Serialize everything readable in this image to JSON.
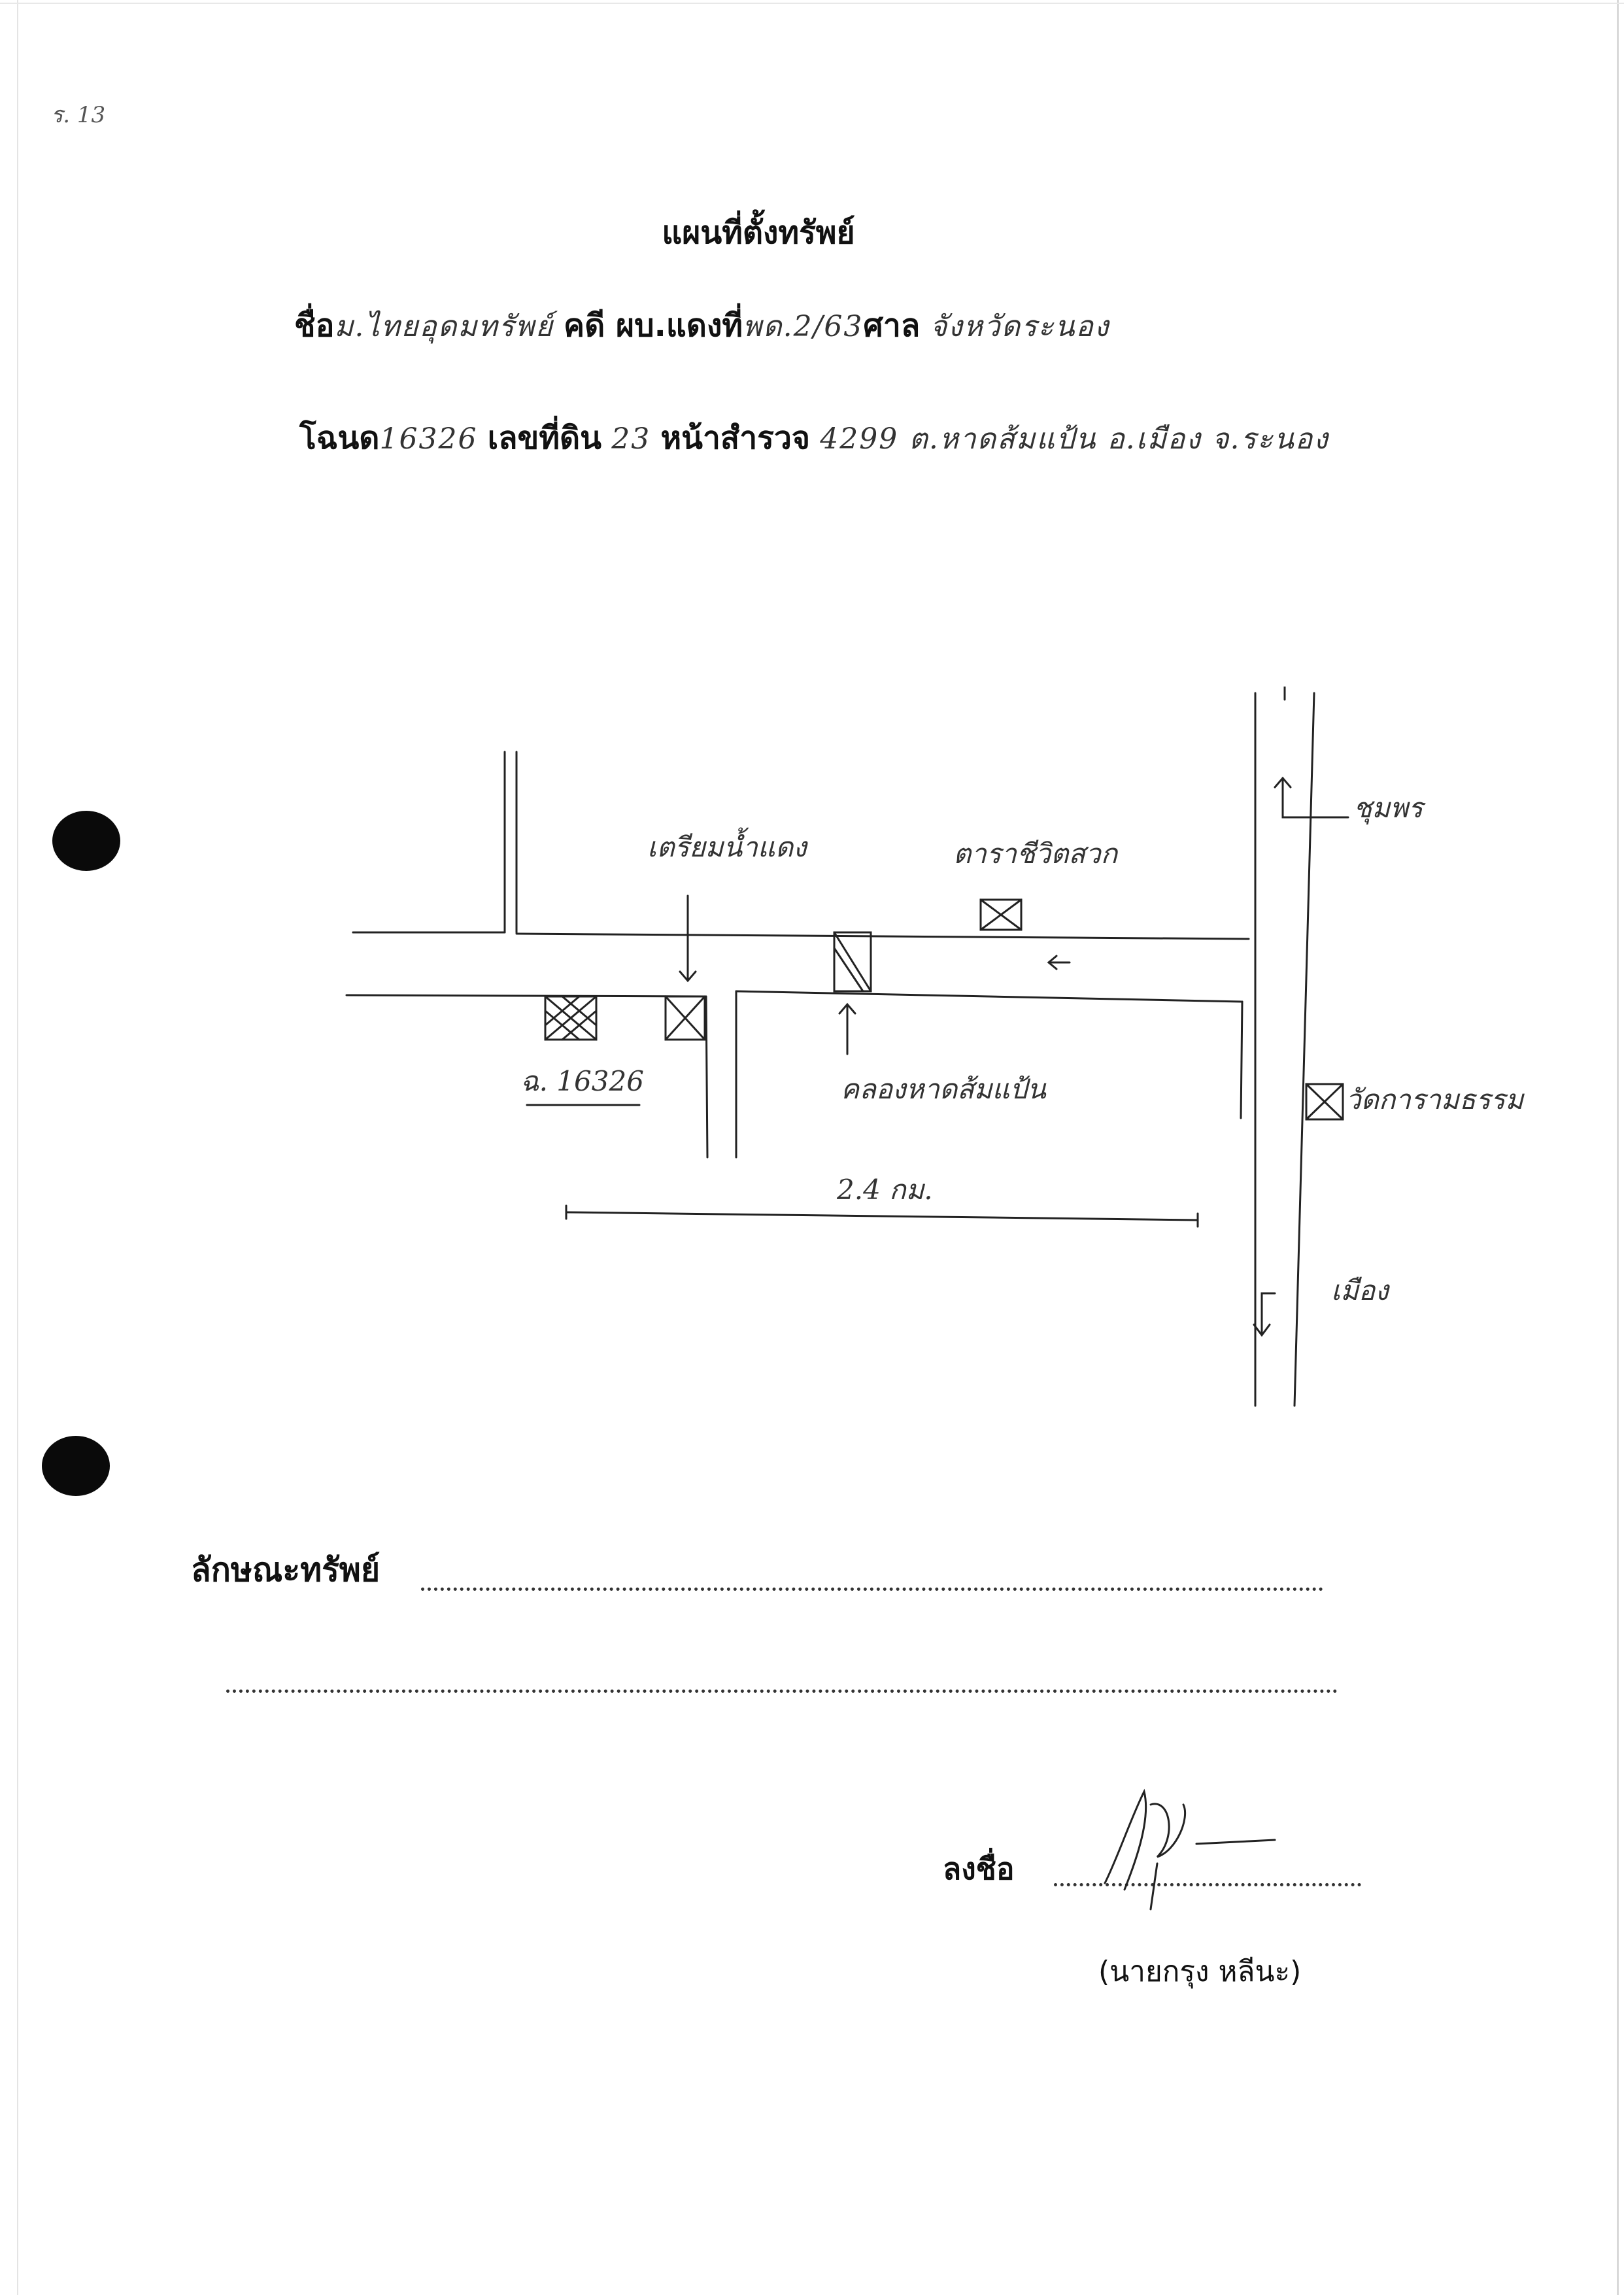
{
  "document": {
    "corner_note": "ร. 13",
    "title": "แผนที่ตั้งทรัพย์",
    "name_label": "ชื่อ",
    "name_value": "ม.ไทยอุดมทรัพย์",
    "case_label": "คดี ผบ.แดงที่",
    "case_value": "พด.2/63",
    "court_label": "ศาล",
    "court_value": "จังหวัดระนอง",
    "deed_label": "โฉนด",
    "deed_value": "16326",
    "land_no_label": "เลขที่ดิน",
    "land_no_value": "23",
    "survey_label": "หน้าสำรวจ",
    "survey_value": "4299 ต.หาดส้มแป้น อ.เมือง จ.ระนอง",
    "property_label": "ลักษณะทรัพย์",
    "sign_label": "ลงชื่อ",
    "signer": "(นายกรุง    หลีนะ)"
  },
  "map": {
    "label_chumphon": "ชุมพร",
    "label_mueang": "เมือง",
    "label_shop": "เตรียมน้ำแดง",
    "label_station": "ตาราชีวิตสวก",
    "label_canal": "คลองหาดส้มแป้น",
    "label_deed": "ฉ. 16326",
    "label_temple": "วัดการามธรรม",
    "label_distance": "2.4 กม."
  }
}
